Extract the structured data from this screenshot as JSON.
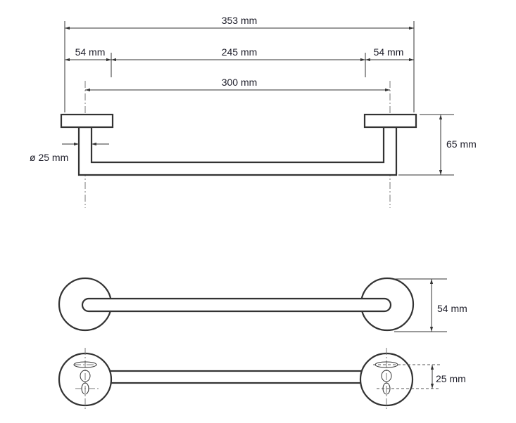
{
  "dimensions": {
    "overall_length": "353 mm",
    "left_plate": "54 mm",
    "inner_length": "245 mm",
    "right_plate": "54 mm",
    "center_distance": "300 mm",
    "depth": "65 mm",
    "tube_diameter": "ø 25 mm",
    "plate_diameter": "54 mm",
    "hole_spacing": "25 mm"
  }
}
